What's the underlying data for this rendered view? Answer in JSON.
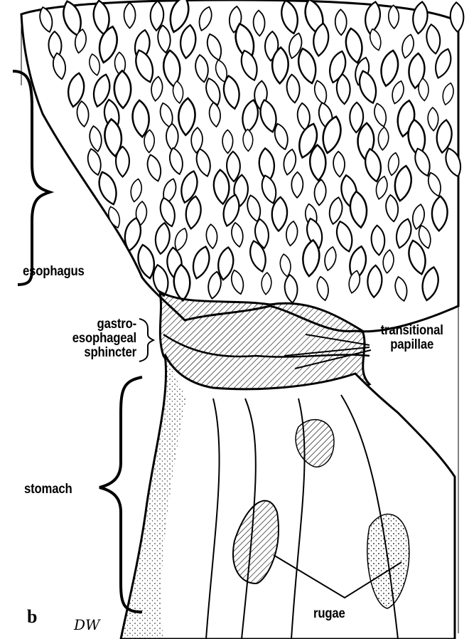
{
  "labels": {
    "esophagus": "esophagus",
    "sphincter_line1": "gastro-",
    "sphincter_line2": "esophageal",
    "sphincter_line3": "sphincter",
    "papillae_line1": "transitional",
    "papillae_line2": "papillae",
    "stomach": "stomach",
    "rugae": "rugae"
  },
  "panel_letter": "b",
  "signature": "DW"
}
